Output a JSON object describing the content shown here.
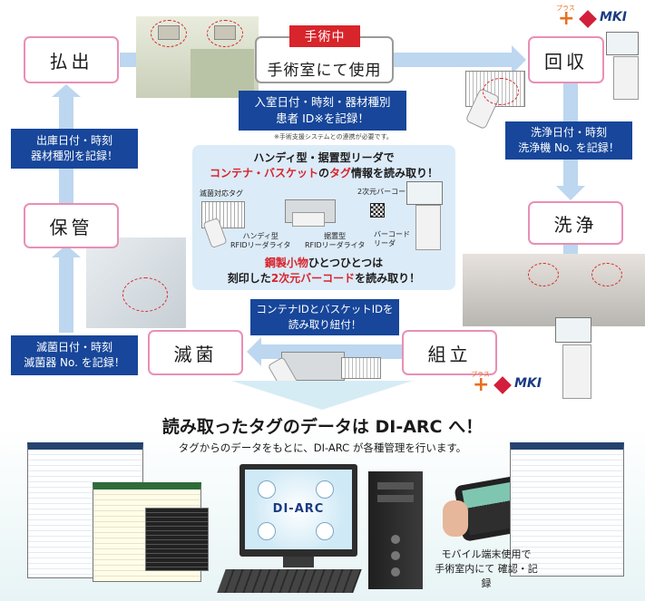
{
  "stages": {
    "haraidashi": "払出",
    "shujutsu_badge": "手術中",
    "shujutsu": "手術室にて使用",
    "kaishu": "回収",
    "senjo": "洗浄",
    "kumitate": "組立",
    "mekkin": "滅菌",
    "hokan": "保管"
  },
  "notes": {
    "shujutsu_record_1": "入室日付・時刻・器材種別",
    "shujutsu_record_2": "患者 ID※を記録！",
    "shujutsu_footnote": "※手術支援システムとの連携が必要です。",
    "kaishu_record_1": "洗浄日付・時刻",
    "kaishu_record_2": "洗浄機 No. を記録！",
    "haraidashi_record_1": "出庫日付・時刻",
    "haraidashi_record_2": "器材種別を記録！",
    "mekkin_record_1": "滅菌日付・時刻",
    "mekkin_record_2": "滅菌器 No. を記録！",
    "kumitate_link_1": "コンテナIDとバスケットIDを",
    "kumitate_link_2": "読み取り紐付！"
  },
  "center": {
    "head_line1": "ハンディ型・据置型リーダで",
    "head_line2_a": "コンテナ・バスケット",
    "head_line2_b": "の",
    "head_line2_c": "タグ",
    "head_line2_d": "情報を読み取り！",
    "label_tag": "滅菌対応タグ",
    "label_barcode": "2次元バーコード",
    "label_handy": "ハンディ型\nRFIDリーダライタ",
    "label_fixed": "据置型\nRFIDリーダライタ",
    "label_bc_reader": "バーコード\nリーダ",
    "foot_line1_a": "鋼製小物",
    "foot_line1_b": "ひとつひとつは",
    "foot_line2_a": "刻印した",
    "foot_line2_b": "2次元バーコード",
    "foot_line2_c": "を読み取り！"
  },
  "logos": {
    "plus_small": "プラス",
    "brand": "MKI"
  },
  "bottom": {
    "headline": "読み取ったタグのデータは DI-ARC へ！",
    "subline": "タグからのデータをもとに、DI-ARC が各種管理を行います。",
    "app_logo": "DI-ARC",
    "mobile_caption_1": "モバイル端末使用で",
    "mobile_caption_2": "手術室内にて 確認・記録"
  },
  "colors": {
    "pink_border": "#e98fb5",
    "navy": "#17469a",
    "light_blue_arrow": "#bcd7ef",
    "red_accent": "#d8242b",
    "mki_orange": "#e8701e"
  }
}
